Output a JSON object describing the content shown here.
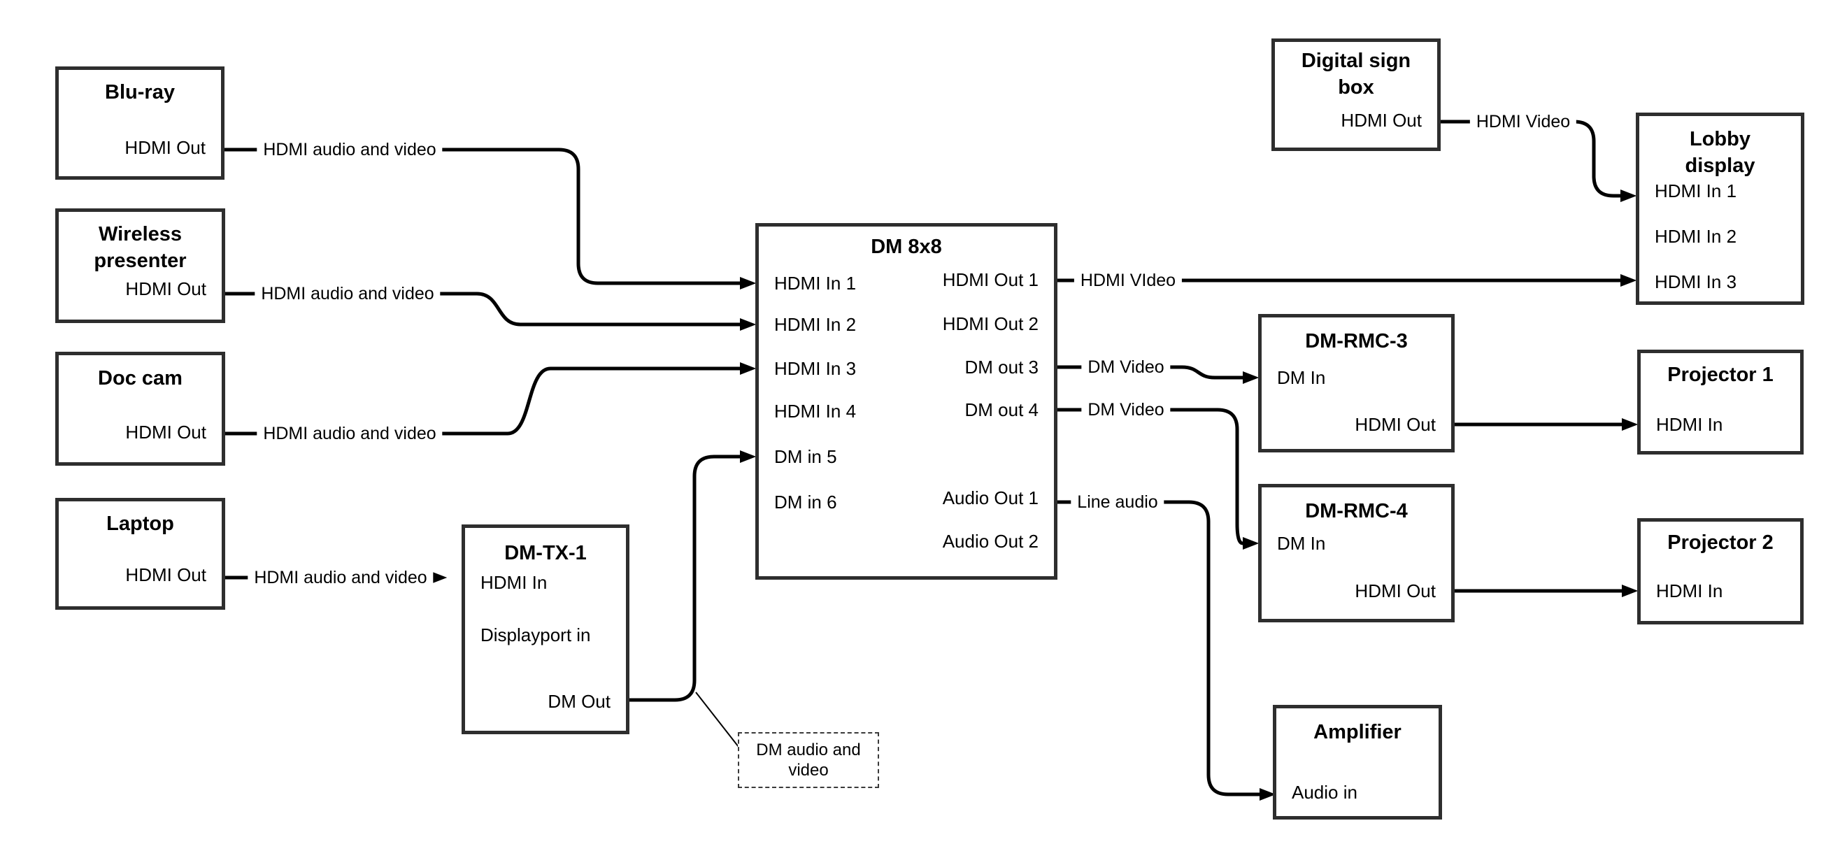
{
  "diagram": {
    "nodes": {
      "blu_ray": {
        "title": "Blu-ray",
        "ports": {
          "hdmi_out": "HDMI Out"
        }
      },
      "wireless": {
        "title": "Wireless presenter",
        "ports": {
          "hdmi_out": "HDMI Out"
        }
      },
      "doc_cam": {
        "title": "Doc cam",
        "ports": {
          "hdmi_out": "HDMI Out"
        }
      },
      "laptop": {
        "title": "Laptop",
        "ports": {
          "hdmi_out": "HDMI Out"
        }
      },
      "dm_tx1": {
        "title": "DM-TX-1",
        "ports": {
          "hdmi_in": "HDMI In",
          "displayport_in": "Displayport in",
          "dm_out": "DM Out"
        }
      },
      "dm8x8": {
        "title": "DM 8x8",
        "inputs": [
          "HDMI In 1",
          "HDMI In 2",
          "HDMI In 3",
          "HDMI In 4",
          "DM in 5",
          "DM in 6"
        ],
        "outputs": [
          "HDMI Out 1",
          "HDMI Out 2",
          "DM out 3",
          "DM out 4",
          "Audio Out 1",
          "Audio Out 2"
        ]
      },
      "digital_sign": {
        "title": "Digital sign box",
        "ports": {
          "hdmi_out": "HDMI Out"
        }
      },
      "lobby_display": {
        "title": "Lobby display",
        "inputs": [
          "HDMI In 1",
          "HDMI In 2",
          "HDMI In 3"
        ]
      },
      "dm_rmc3": {
        "title": "DM-RMC-3",
        "ports": {
          "dm_in": "DM In",
          "hdmi_out": "HDMI Out"
        }
      },
      "projector1": {
        "title": "Projector 1",
        "ports": {
          "hdmi_in": "HDMI In"
        }
      },
      "dm_rmc4": {
        "title": "DM-RMC-4",
        "ports": {
          "dm_in": "DM In",
          "hdmi_out": "HDMI Out"
        }
      },
      "projector2": {
        "title": "Projector 2",
        "ports": {
          "hdmi_in": "HDMI In"
        }
      },
      "amplifier": {
        "title": "Amplifier",
        "ports": {
          "audio_in": "Audio in"
        }
      }
    },
    "edge_labels": {
      "hdmi_av_bluray": "HDMI audio and video",
      "hdmi_av_wireless": "HDMI audio and video",
      "hdmi_av_doccam": "HDMI audio and video",
      "hdmi_av_laptop": "HDMI audio and video",
      "hdmi_video_out1": "HDMI VIdeo",
      "hdmi_video_sign": "HDMI Video",
      "dm_video_out3": "DM Video",
      "dm_video_out4": "DM Video",
      "line_audio": "Line audio"
    },
    "note": {
      "text": "DM audio and video"
    },
    "colors": {
      "line": "#000000",
      "box_border": "#2e2e2e",
      "text": "#000000",
      "background": "#ffffff"
    }
  }
}
